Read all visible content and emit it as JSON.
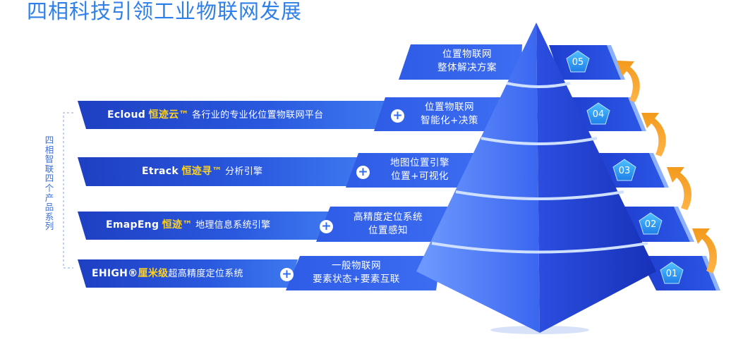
{
  "page_title": "四相科技引领工业物联网发展",
  "side_label": "四相智联四个产品系列",
  "levels": [
    {
      "num": "01",
      "line1": "一般物联网",
      "line2": "要素状态+要素互联"
    },
    {
      "num": "02",
      "line1": "高精度定位系统",
      "line2": "位置感知"
    },
    {
      "num": "03",
      "line1": "地图位置引擎",
      "line2": "位置+可视化"
    },
    {
      "num": "04",
      "line1": "位置物联网",
      "line2": "智能化+决策"
    },
    {
      "num": "05",
      "line1": "位置物联网",
      "line2": "整体解决方案"
    }
  ],
  "products": [
    {
      "eng": "EHIGH",
      "reg": "®",
      "brand": "厘米级",
      "desc": "超高精度定位系统"
    },
    {
      "eng": "EmapEng",
      "brand": "恒迹",
      "tm": "™",
      "desc": " 地理信息系统引擎"
    },
    {
      "eng": "Etrack",
      "brand": "恒迹寻",
      "tm": "™",
      "desc": " 分析引擎"
    },
    {
      "eng": "Ecloud",
      "brand": "恒迹云",
      "tm": "™",
      "desc": " 各行业的专业化位置物联网平台"
    }
  ],
  "icons": {
    "plus": "+",
    "arrow": "curved-arrow-up-icon",
    "badge": "pentagon-badge-icon"
  },
  "colors": {
    "title": "#2f7fe8",
    "ribbon_dark": "#1b3fc4",
    "ribbon_light": "#3f7af0",
    "pyramid_light": "#5a8cff",
    "pyramid_dark": "#1c3bd4",
    "brand_yellow": "#ffd21f",
    "arrow_orange": "#f5a623"
  }
}
